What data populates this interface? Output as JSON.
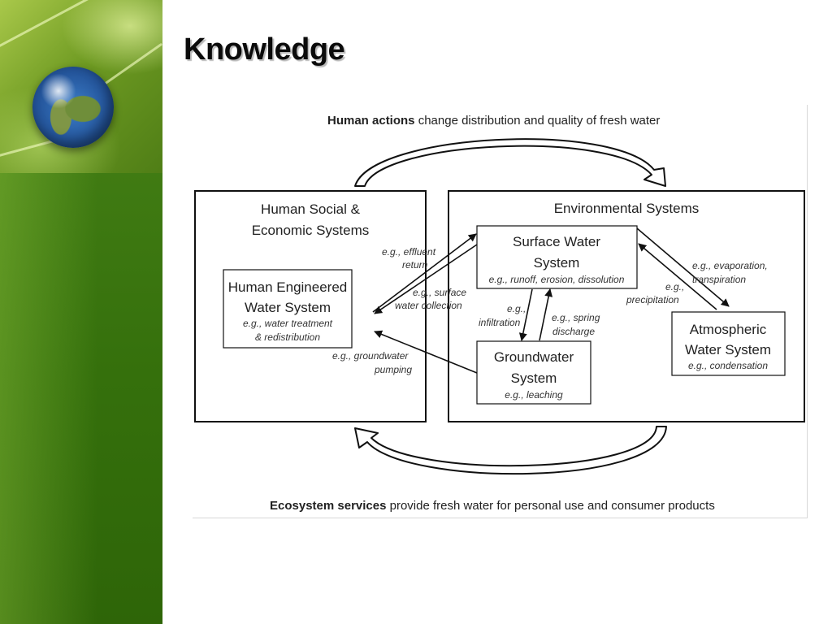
{
  "slide": {
    "title": "Knowledge"
  },
  "diagram": {
    "top_caption": {
      "bold": "Human actions",
      "rest": " change distribution and quality of fresh water"
    },
    "bottom_caption": {
      "bold": "Ecosystem services",
      "rest": " provide fresh water for personal use and consumer products"
    },
    "left_panel": {
      "title_line1": "Human Social &",
      "title_line2": "Economic Systems"
    },
    "right_panel": {
      "title": "Environmental Systems"
    },
    "human_engineered": {
      "line1": "Human Engineered",
      "line2": "Water System",
      "eg1": "e.g., water treatment",
      "eg2": "& redistribution"
    },
    "surface_water": {
      "line1": "Surface Water",
      "line2": "System",
      "eg": "e.g., runoff, erosion, dissolution"
    },
    "groundwater": {
      "line1": "Groundwater",
      "line2": "System",
      "eg": "e.g., leaching"
    },
    "atmospheric": {
      "line1": "Atmospheric",
      "line2": "Water System",
      "eg": "e.g., condensation"
    },
    "labels": {
      "effluent1": "e.g., effluent",
      "effluent2": "return",
      "surface_collection1": "e.g., surface",
      "surface_collection2": "water collection",
      "groundwater_pumping1": "e.g., groundwater",
      "groundwater_pumping2": "pumping",
      "infiltration1": "e.g.,",
      "infiltration2": "infiltration",
      "spring1": "e.g., spring",
      "spring2": "discharge",
      "evaporation1": "e.g., evaporation,",
      "evaporation2": "transpiration",
      "precipitation1": "e.g.,",
      "precipitation2": "precipitation"
    }
  }
}
